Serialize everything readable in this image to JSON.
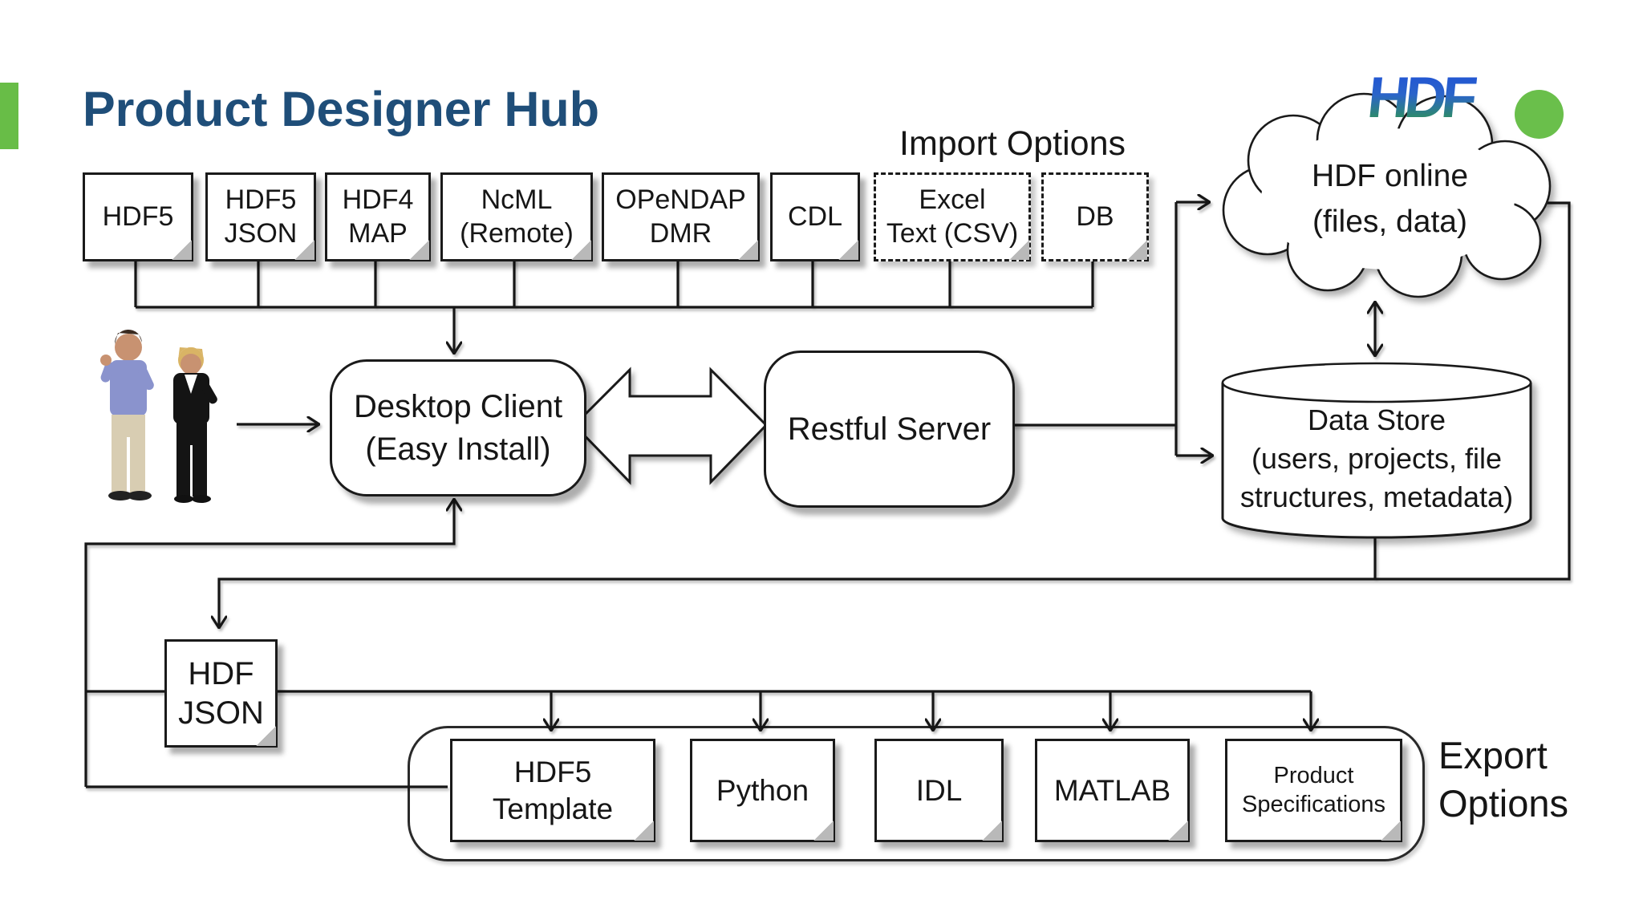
{
  "page": {
    "title": "Product Designer Hub"
  },
  "colors": {
    "title_blue": "#1f4e79",
    "accent_green": "#68bd47",
    "line_black": "#161616"
  },
  "branding": {
    "logo_text": "HDF",
    "green_dot": "green-circle"
  },
  "import_options": {
    "heading": "Import Options",
    "items": [
      {
        "line1": "HDF5",
        "line2": ""
      },
      {
        "line1": "HDF5",
        "line2": "JSON"
      },
      {
        "line1": "HDF4",
        "line2": "MAP"
      },
      {
        "line1": "NcML",
        "line2": "(Remote)"
      },
      {
        "line1": "OPeNDAP",
        "line2": "DMR"
      },
      {
        "line1": "CDL",
        "line2": ""
      },
      {
        "line1": "Excel",
        "line2": "Text (CSV)"
      },
      {
        "line1": "DB",
        "line2": ""
      }
    ]
  },
  "client": {
    "line1": "Desktop Client",
    "line2": "(Easy Install)"
  },
  "server": {
    "label": "Restful Server"
  },
  "cloud": {
    "line1": "HDF online",
    "line2": "(files, data)"
  },
  "datastore": {
    "line1": "Data Store",
    "line2": "(users, projects, file",
    "line3": "structures, metadata)"
  },
  "hdf_json": {
    "line1": "HDF",
    "line2": "JSON"
  },
  "export_options": {
    "heading_line1": "Export",
    "heading_line2": "Options",
    "items": [
      {
        "line1": "HDF5",
        "line2": "Template"
      },
      {
        "line1": "Python",
        "line2": ""
      },
      {
        "line1": "IDL",
        "line2": ""
      },
      {
        "line1": "MATLAB",
        "line2": ""
      },
      {
        "line1": "Product",
        "line2": "Specifications"
      }
    ]
  }
}
